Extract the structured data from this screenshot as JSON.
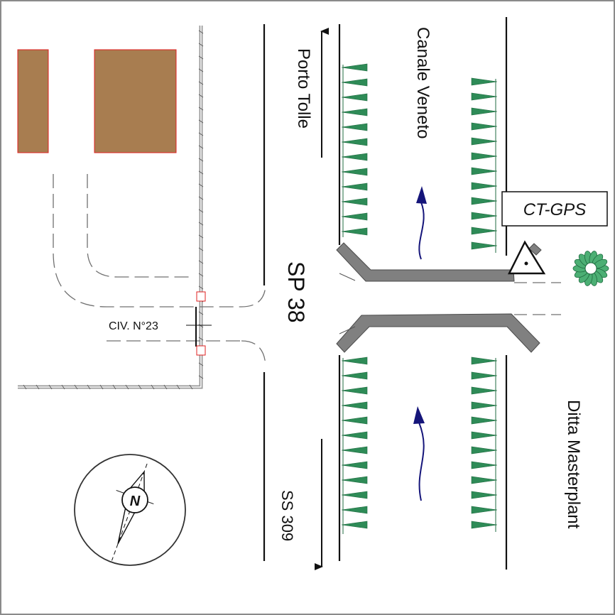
{
  "labels": {
    "road_north": "Porto Tolle",
    "road_south": "SS 309",
    "road_main": "SP 38",
    "canal": "Canale Veneto",
    "station": "CT-GPS",
    "company": "Ditta Masterplant",
    "house_number": "CIV. N°23",
    "north": "N"
  },
  "colors": {
    "building_fill": "#a87d50",
    "building_stroke": "#e02020",
    "tree": "#2e8b57",
    "bridge": "#808080",
    "flow_arrow": "#15157a",
    "fence": "#9a9a9a",
    "border": "#808080"
  },
  "icons": {
    "compass": "north-arrow-icon",
    "station": "triangle-benchmark-icon",
    "shrub": "shrub-icon"
  }
}
